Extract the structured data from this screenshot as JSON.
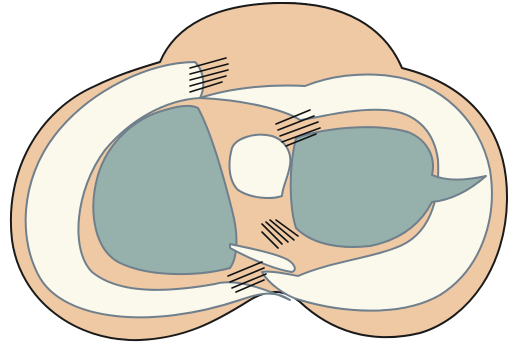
{
  "colors": {
    "background": "#ffffff",
    "outline": "#1a1a1a",
    "tissue": "#eec9a4",
    "cartilage_rim": "#fbf8ec",
    "cartilage_edge": "#6f7f8c",
    "articular_surface": "#96b1ab",
    "ligament_fibres": "#111111"
  },
  "shapes": [
    "outer-tissue-outline",
    "posterior-tissue-bulge",
    "left-crescent-cartilage",
    "right-ring-cartilage",
    "left-articular-surface",
    "right-articular-surface",
    "central-notch-opening",
    "central-spur"
  ],
  "ligament_attachments": [
    "ligament-top-left",
    "ligament-top-right",
    "ligament-center",
    "ligament-bottom"
  ]
}
